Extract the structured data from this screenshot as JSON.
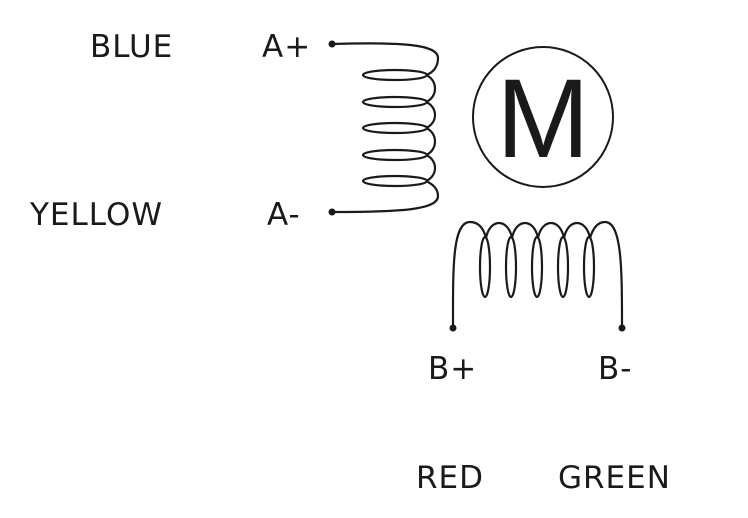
{
  "diagram": {
    "title_symbol": "M",
    "labels": {
      "blue": "BLUE",
      "yellow": "YELLOW",
      "red": "RED",
      "green": "GREEN",
      "a_plus": "A+",
      "a_minus": "A-",
      "b_plus": "B+",
      "b_minus": "B-"
    },
    "colors": {
      "ink": "#1a1a1a",
      "background": "#ffffff"
    }
  }
}
